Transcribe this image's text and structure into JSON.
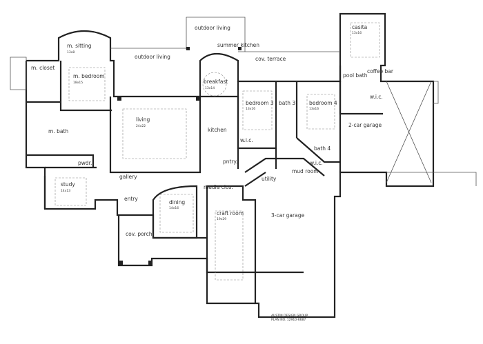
{
  "plan": {
    "rooms": [
      {
        "name": "m. sitting",
        "dim": "13x8"
      },
      {
        "name": "m. closet"
      },
      {
        "name": "m. bedroom",
        "dim": "18x15"
      },
      {
        "name": "outdoor living"
      },
      {
        "name": "outdoor living"
      },
      {
        "name": "summer kitchen"
      },
      {
        "name": "breakfast",
        "dim": "13x14"
      },
      {
        "name": "cov. terrace"
      },
      {
        "name": "casita",
        "dim": "13x16"
      },
      {
        "name": "pool bath"
      },
      {
        "name": "coffee bar"
      },
      {
        "name": "w.i.c."
      },
      {
        "name": "bedroom 3",
        "dim": "13x16"
      },
      {
        "name": "bath 3"
      },
      {
        "name": "bedroom 4",
        "dim": "13x16"
      },
      {
        "name": "living",
        "dim": "24x22"
      },
      {
        "name": "kitchen"
      },
      {
        "name": "m. bath"
      },
      {
        "name": "2-car garage"
      },
      {
        "name": "bath 4"
      },
      {
        "name": "w.i.c."
      },
      {
        "name": "pntry."
      },
      {
        "name": "pwdr."
      },
      {
        "name": "w.i.c."
      },
      {
        "name": "utility"
      },
      {
        "name": "mud room"
      },
      {
        "name": "study",
        "dim": "14x13"
      },
      {
        "name": "gallery"
      },
      {
        "name": "entry"
      },
      {
        "name": "dining",
        "dim": "14x16"
      },
      {
        "name": "media clos."
      },
      {
        "name": "cov. porch"
      },
      {
        "name": "craft room",
        "dim": "19x29"
      },
      {
        "name": "3-car garage"
      }
    ],
    "credit": {
      "line1": "AUSTIN DESIGN GROUP",
      "line2": "PLAN NO. 12910-6687"
    }
  }
}
